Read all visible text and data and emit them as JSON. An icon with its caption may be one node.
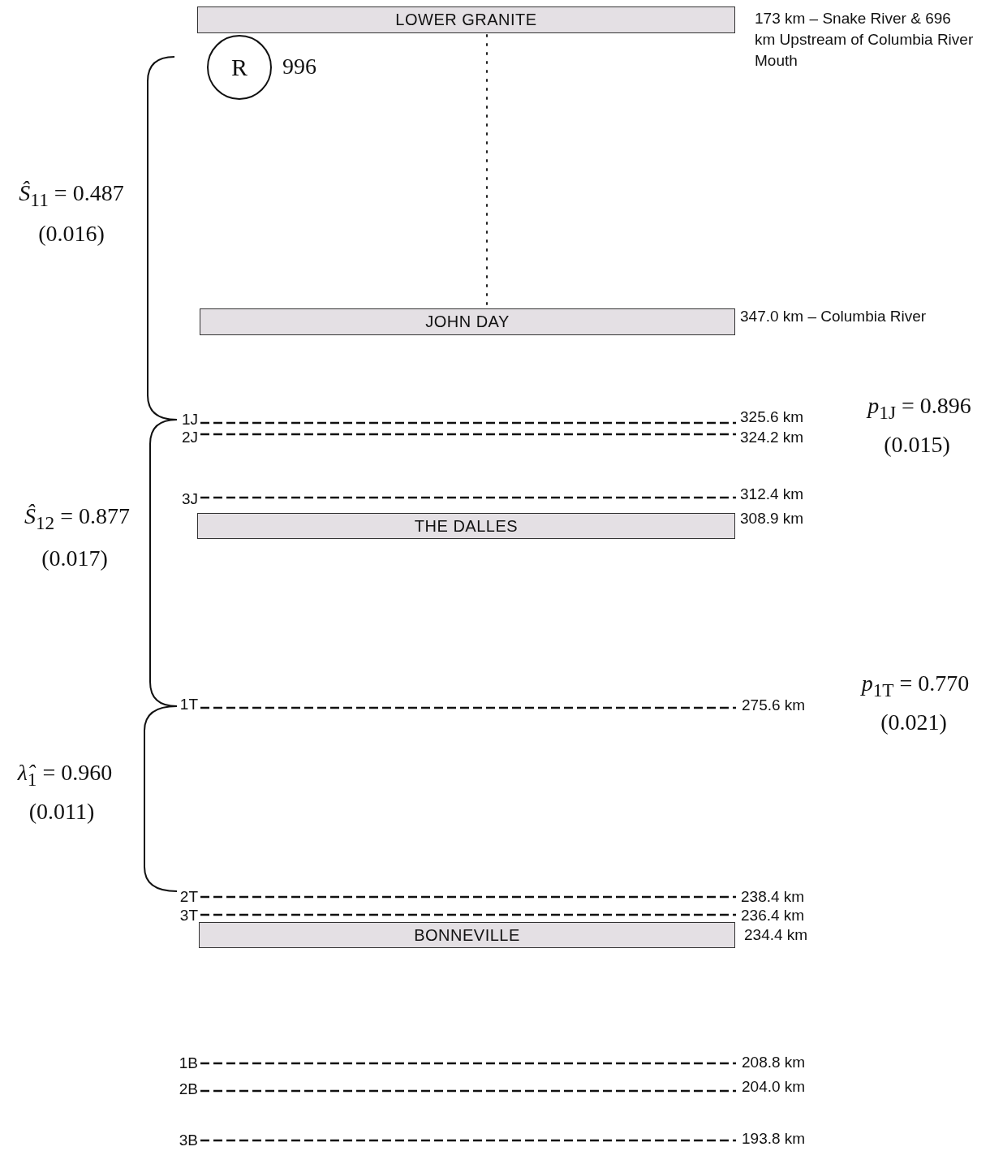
{
  "diagram": {
    "nodes": [
      {
        "text": [
          "LOWER GRANITE"
        ],
        "beside": [
          "173 km – Snake River & 696 km Upstream of Columbia River Mouth"
        ]
      },
      {
        "text": [
          "R"
        ],
        "beside": [
          "996"
        ]
      },
      {
        "text": [
          "JOHN DAY"
        ],
        "beside": [
          "347.0 km – Columbia River"
        ]
      },
      {
        "text": [
          "THE DALLES"
        ],
        "beside": [
          "308.9 km"
        ]
      },
      {
        "text": [
          "BONNEVILLE"
        ],
        "beside": [
          "234.4 km"
        ]
      }
    ],
    "edges": [
      {
        "from": 0,
        "to": 2,
        "arrow": "none",
        "style": "dashed"
      }
    ],
    "labels": [
      "*Ŝ*$_{11}$ = 0.487",
      "(0.016)",
      "1J",
      "325.6 km",
      "*p*$_{1J}$ = 0.896",
      "2J",
      "324.2 km",
      "(0.015)",
      "3J",
      "312.4 km",
      "*Ŝ*$_{12}$ = 0.877",
      "(0.017)",
      "1T",
      "275.6 km",
      "*p*$_{1T}$ = 0.770",
      "(0.021)",
      "*λ̂*$_{1}$ = 0.960",
      "(0.011)",
      "2T",
      "238.4 km",
      "3T",
      "236.4 km",
      "1B",
      "208.8 km",
      "2B",
      "204.0 km",
      "3B",
      "193.8 km"
    ]
  }
}
